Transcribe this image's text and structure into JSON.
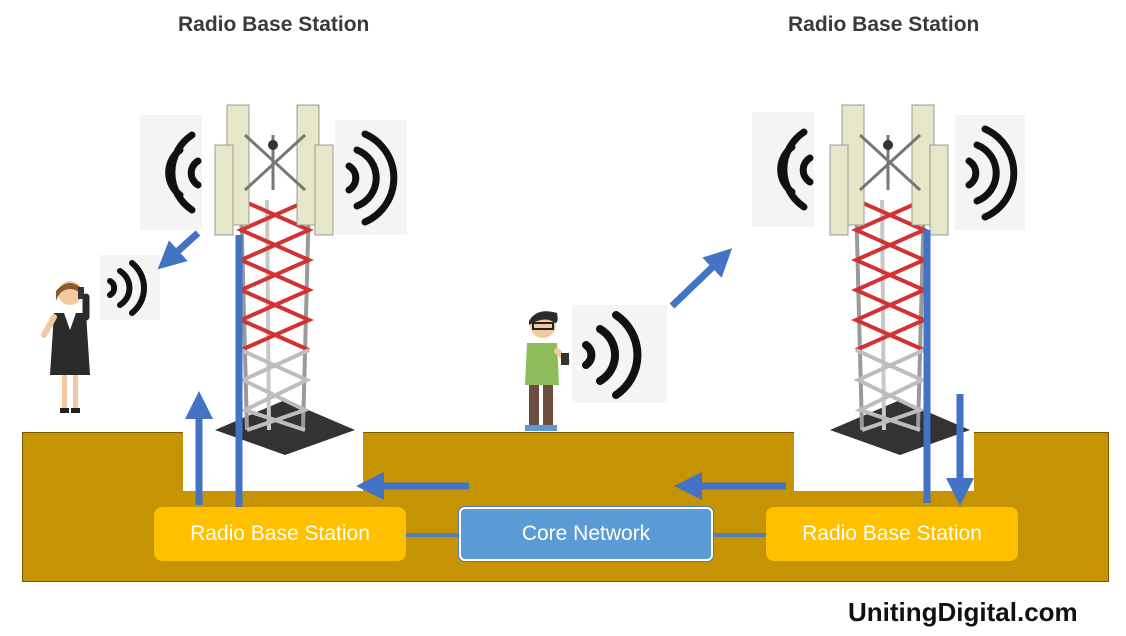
{
  "titles": {
    "left": "Radio Base Station",
    "right": "Radio Base Station"
  },
  "boxes": {
    "left_rbs": "Radio Base Station",
    "core": "Core Network",
    "right_rbs": "Radio Base Station"
  },
  "brand": "UnitingDigital.com",
  "colors": {
    "ground": "#c59303",
    "rbs_box": "#ffc000",
    "core_box": "#5b9bd5",
    "arrow": "#4472c4",
    "tower_red": "#d23232",
    "tower_gray": "#b9b9b9"
  }
}
